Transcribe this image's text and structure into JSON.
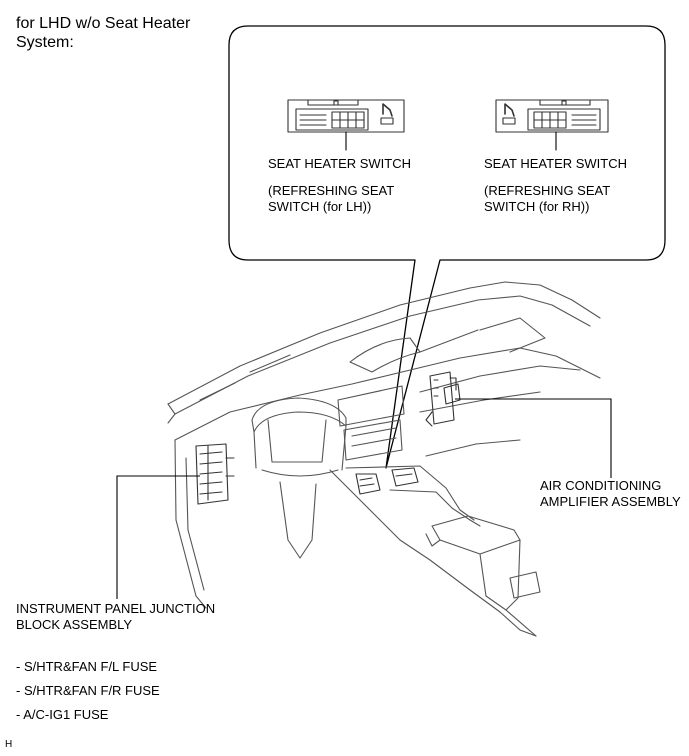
{
  "header": {
    "title_line1": "for LHD w/o Seat Heater",
    "title_line2": "System:"
  },
  "callout": {
    "left": {
      "name": "SEAT HEATER SWITCH",
      "sub_line1": "(REFRESHING SEAT",
      "sub_line2": "SWITCH (for LH))"
    },
    "right": {
      "name": "SEAT HEATER SWITCH",
      "sub_line1": "(REFRESHING SEAT",
      "sub_line2": "SWITCH (for RH))"
    }
  },
  "labels": {
    "ac_line1": "AIR CONDITIONING",
    "ac_line2": "AMPLIFIER ASSEMBLY",
    "ip_line1": "INSTRUMENT PANEL JUNCTION",
    "ip_line2": "BLOCK ASSEMBLY"
  },
  "fuses": [
    "- S/HTR&FAN F/L FUSE",
    "- S/HTR&FAN F/R FUSE",
    "- A/C-IG1 FUSE"
  ],
  "footer": {
    "code": "H"
  },
  "colors": {
    "line": "#000000",
    "drawing": "#555555"
  }
}
